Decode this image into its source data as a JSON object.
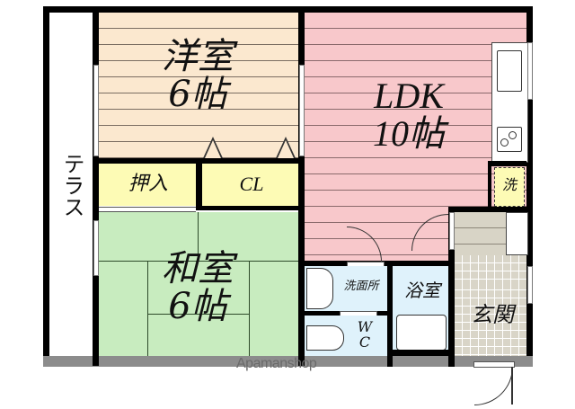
{
  "floor_plan": {
    "rooms": {
      "western_room": {
        "name": "洋室",
        "size": "6帖",
        "label": "洋室\n6帖",
        "color": "#fbe8cf"
      },
      "ldk": {
        "name": "LDK",
        "size": "10帖",
        "label": "LDK\n10帖",
        "color": "#f8c8cb"
      },
      "japanese_room": {
        "name": "和室",
        "size": "6帖",
        "label": "和室\n6帖",
        "color": "#c8ecbf"
      },
      "oshiire": {
        "label": "押入",
        "color": "#fdfbb5"
      },
      "closet": {
        "label": "CL",
        "color": "#fdfbb5"
      },
      "washroom": {
        "label": "洗面所",
        "color": "#dff2fb"
      },
      "bathroom": {
        "label": "浴室",
        "color": "#dff2fb"
      },
      "toilet": {
        "label": "W\nC",
        "color": "#dff2fb"
      },
      "entrance": {
        "label": "玄関",
        "color": "#d9d5c8"
      },
      "washer": {
        "label": "洗"
      }
    },
    "terrace": {
      "label": "テラス"
    },
    "watermark": "Apamanshop"
  }
}
